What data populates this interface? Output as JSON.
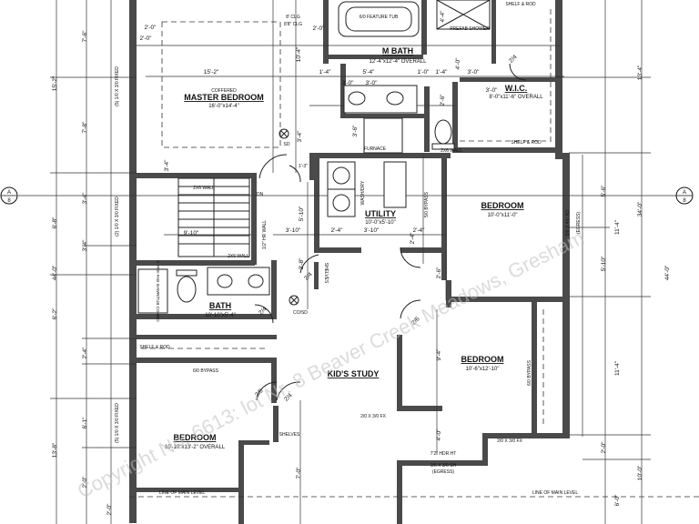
{
  "rooms": {
    "master_bedroom": {
      "name": "MASTER BEDROOM",
      "size": "16'-0\"x14'-4\"",
      "note": "COFFERED"
    },
    "m_bath": {
      "name": "M BATH",
      "size": "12'-4\"x12'-4\" OVERALL"
    },
    "wic": {
      "name": "W.I.C.",
      "size": "8'-0\"x11'-6\" OVERALL"
    },
    "utility": {
      "name": "UTILITY",
      "size": "10'-0\"x5'-10\""
    },
    "bedroom_east": {
      "name": "BEDROOM",
      "size": "10'-0\"x11'-0\""
    },
    "bath": {
      "name": "BATH",
      "size": "10'-10\"x5'-4\""
    },
    "kids_study": {
      "name": "KID'S STUDY"
    },
    "bedroom_southeast": {
      "name": "BEDROOM",
      "size": "10'-6\"x12'-10\""
    },
    "bedroom_southwest": {
      "name": "BEDROOM",
      "size": "10'-10\"x13'-2\" OVERALL"
    }
  },
  "labels": {
    "feature_tub": "6/0 FEATURE TUB",
    "prefab_shower": "PREFAB SHOWER",
    "shelf_rod": "SHELF & ROD",
    "furnace": "FURNACE",
    "wash_dry": "WASH/DRY",
    "wall_2x6": "2X6 WALL",
    "dn": "DN",
    "hr_wall": "1/2\" HR WALL",
    "bypass": "6/0 BYPASS",
    "bypass2": "6/0 BYPASS",
    "bypass3": "5/0 BYPASS",
    "shelves": "SHELVES",
    "tub_combo": "5' PRE-FAB SHWR/TUB COMBO",
    "line_main_left": "LINE OF MAIN LEVEL",
    "line_main_right": "LINE OF MAIN LEVEL",
    "window_fx1": "2/0 X 3/0 FX",
    "window_fx2": "2/0 X 3/0 FX",
    "window_sh": "3/6 X 3/0 SH",
    "window_sh_sub": "(EGRESS)",
    "window_east": "5/0 X 4/0 XO",
    "window_east_sub": "(EGRESS)",
    "hdr": "7'2\" HDR HT",
    "co_sd1": "SD",
    "co_sd2": "CO/SD",
    "ceiling": "8' CLG",
    "ceiling2": "8'8\" CLG",
    "fixed_left_top": "(5) 1/0 X 3/0 FIXED",
    "fixed_left_mid": "(2) 1/0 X 3/0 FIXED",
    "fixed_left_bot": "(5) 1/0 X 3/0 FIXED",
    "section_mark": "A",
    "section_sheet": "8",
    "dim_1": "1'-3\""
  },
  "dims": {
    "left_outer": [
      "15'-2\"",
      "44'-0\"",
      "6'-2\"",
      "13'-8\""
    ],
    "left_inner": [
      "7'-6\"",
      "7'-8\"",
      "3'-4\"",
      "6'-8\"",
      "3'-4\"",
      "2'-4\"",
      "6'-1\"",
      "2'-0\"",
      "2'-0\""
    ],
    "right_outer": [
      "13'-4\"",
      "34'-0\"",
      "44'-0\"",
      "10'-0\""
    ],
    "right_inner": [
      "5'-6\"",
      "11'-4\"",
      "5'-10\"",
      "11'-4\"",
      "2'-0\"",
      "6'-0\""
    ],
    "top": [
      "2'-0\"",
      "2'-0\"",
      "15'-2\"",
      "5'-4\"",
      "1'-0\"",
      "3'-0\"",
      "2'-0\"",
      "1'-4\"",
      "1'-4\"",
      "2'-6\"",
      "3'-0\"",
      "3'-4\"",
      "4'-4\""
    ],
    "misc": [
      "2'-4\"",
      "3'-10\"",
      "3'-10\"",
      "2'-4\"",
      "5'-10\"",
      "3'-8\"",
      "2'-6\"",
      "2'-4\"",
      "9'-10\"",
      "9'-4\"",
      "4'-0\"",
      "7'-0\"",
      "2/4",
      "2/4",
      "2/6",
      "2/6",
      "2/4",
      "2/4",
      "3'-6\"",
      "3'-4\"",
      "10'-4\"",
      "3'-0\"",
      "3'-0\"",
      "4'-0\""
    ]
  },
  "watermark": "Copyright No. 6613: lot Nr. 8 Beaver Creek Meadows, Gresham"
}
